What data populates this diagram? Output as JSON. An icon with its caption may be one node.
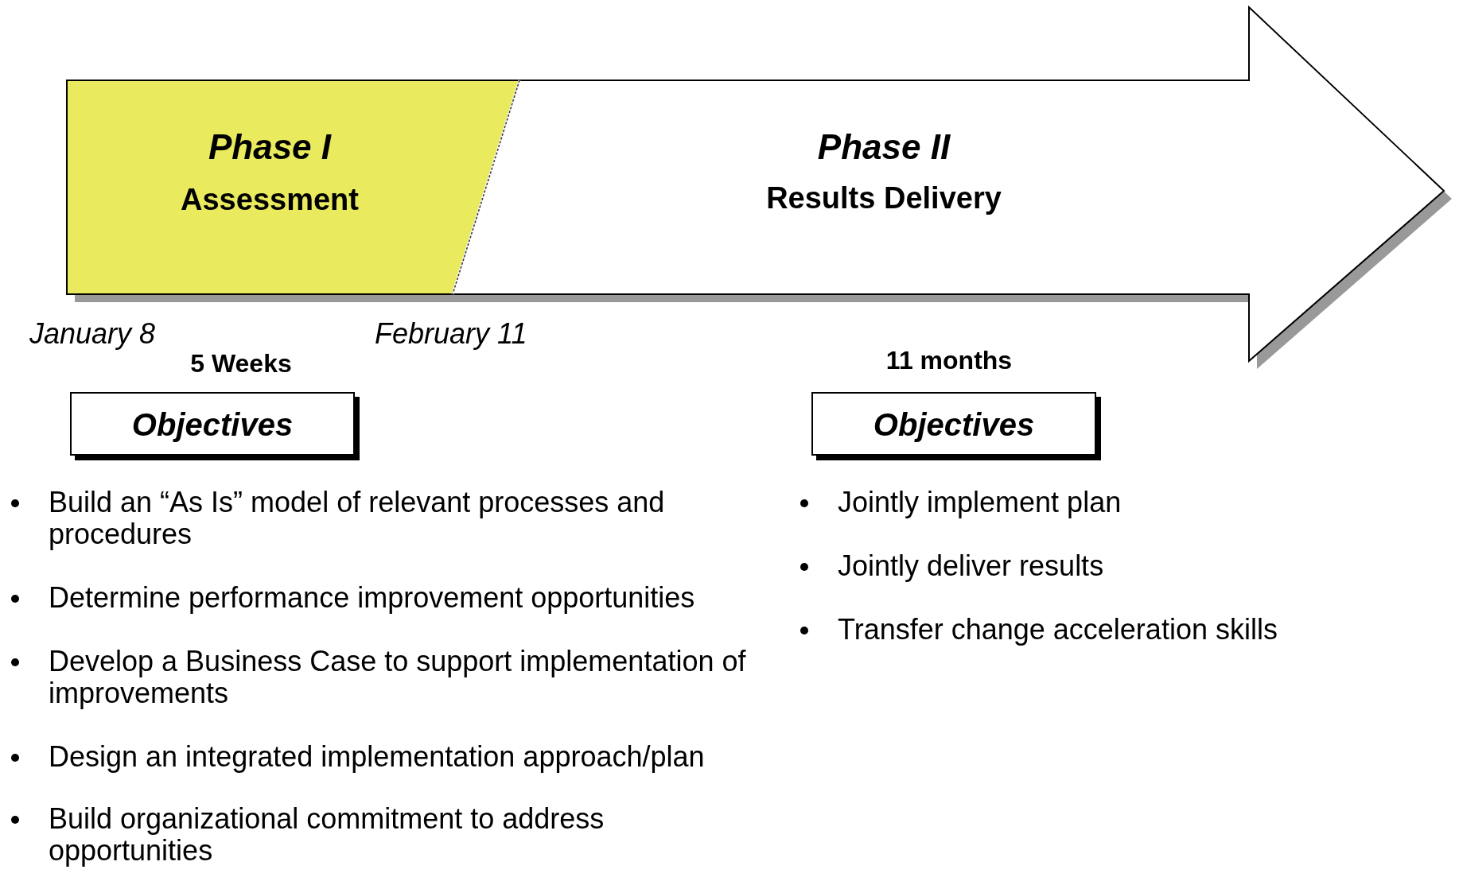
{
  "diagram": {
    "nodes": [
      {
        "text": [
          "Phase II",
          "Results Delivery"
        ]
      },
      {
        "text": [
          "Phase I",
          "Assessment"
        ],
        "in": 0
      },
      {
        "text": [
          "Objectives"
        ]
      },
      {
        "text": [
          "Objectives"
        ]
      }
    ],
    "labels": [
      "January 8",
      "February 11",
      "5 Weeks",
      "11 months",
      "Build an “As Is” model of relevant processes and procedures",
      "Determine performance improvement opportunities",
      "Develop a Business Case to support implementation of improvements",
      "Design an integrated implementation approach/plan",
      "Build organizational commitment to address opportunities",
      "Jointly implement plan",
      "Jointly deliver results",
      "Transfer change acceleration skills"
    ]
  }
}
